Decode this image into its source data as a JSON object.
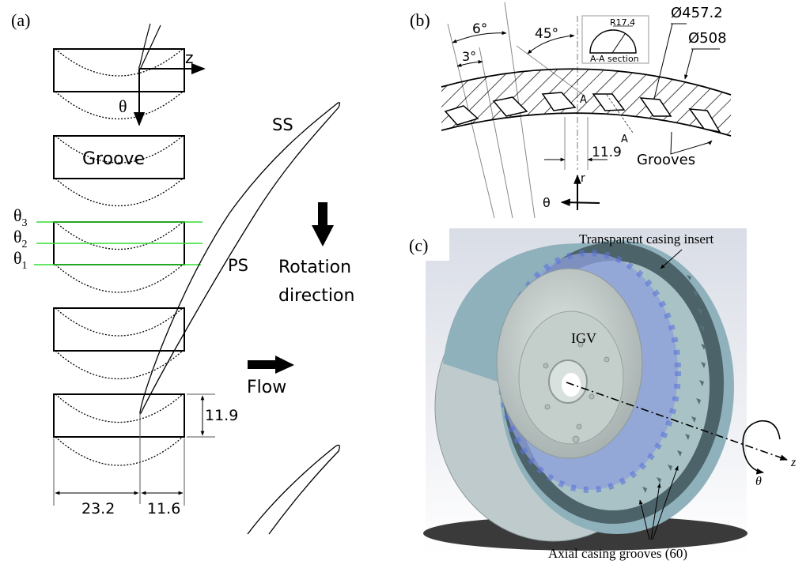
{
  "panel_a": {
    "label": "(a)",
    "axis_z": "z",
    "axis_theta": "θ",
    "groove_label": "Groove",
    "theta_labels": [
      {
        "base": "θ",
        "sub": "3"
      },
      {
        "base": "θ",
        "sub": "2"
      },
      {
        "base": "θ",
        "sub": "1"
      }
    ],
    "suction_side": "SS",
    "pressure_side": "PS",
    "rotation_label_1": "Rotation",
    "rotation_label_2": "direction",
    "flow_label": "Flow",
    "dim_height": "11.9",
    "dim_width_left": "23.2",
    "dim_width_right": "11.6",
    "line_color": "#000000",
    "theta_line_color": "#33dd33"
  },
  "panel_b": {
    "label": "(b)",
    "angle_6": "6°",
    "angle_3": "3°",
    "angle_45": "45°",
    "section_radius": "R17.4",
    "section_title": "A-A section",
    "dia_inner": "Ø457.2",
    "dia_outer": "Ø508",
    "section_mark_top": "A",
    "section_mark_bottom": "A",
    "dim_groove": "11.9",
    "grooves_label": "Grooves",
    "axis_r": "r",
    "axis_theta": "θ"
  },
  "panel_c": {
    "label": "(c)",
    "casing_label": "Transparent casing insert",
    "igv_label": "IGV",
    "axis_z": "z",
    "axis_theta": "θ",
    "grooves_label": "Axial casing grooves (60)",
    "casing_color": "#8fb1bb",
    "casing_dark": "#4d636a",
    "blade_color": "#5b74d8",
    "hub_color": "#c8d2d0"
  }
}
